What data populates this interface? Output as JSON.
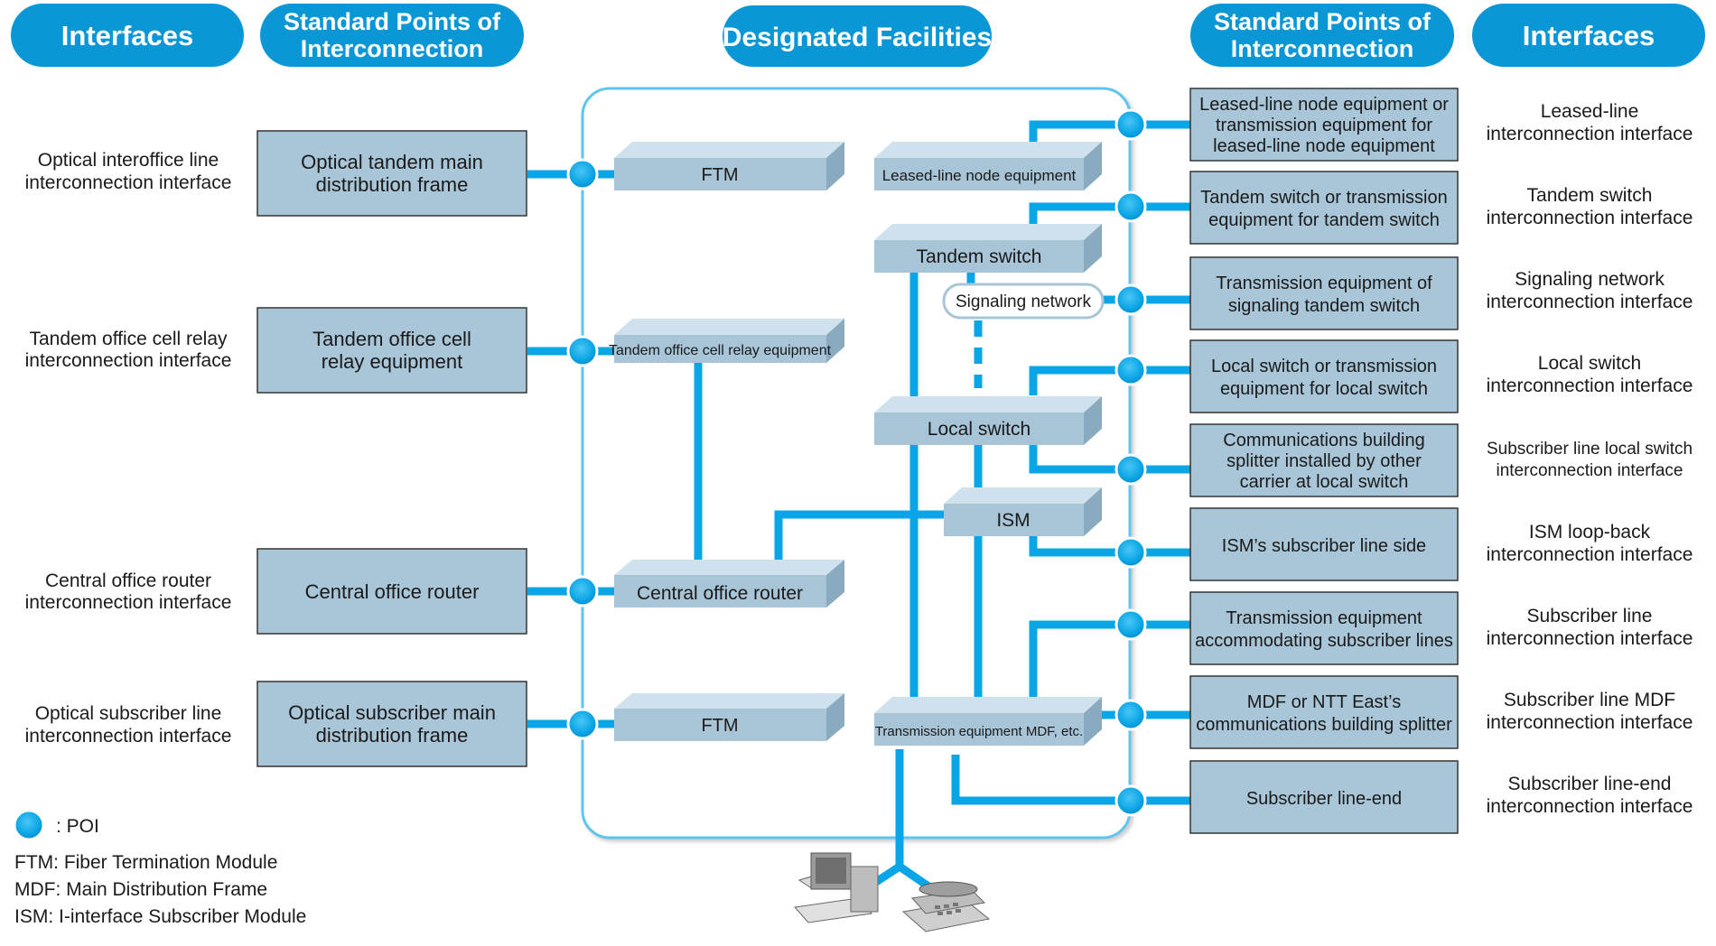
{
  "headers": {
    "left_interfaces": "Interfaces",
    "left_poi_line1": "Standard Points of",
    "left_poi_line2": "Interconnection",
    "designated": "Designated Facilities",
    "right_poi_line1": "Standard Points of",
    "right_poi_line2": "Interconnection",
    "right_interfaces": "Interfaces"
  },
  "left_interfaces": [
    {
      "line1": "Optical interoffice line",
      "line2": "interconnection interface"
    },
    {
      "line1": "Tandem office cell relay",
      "line2": "interconnection interface"
    },
    {
      "line1": "Central office router",
      "line2": "interconnection interface"
    },
    {
      "line1": "Optical subscriber line",
      "line2": "interconnection interface"
    }
  ],
  "left_boxes": [
    {
      "line1": "Optical tandem main",
      "line2": "distribution frame"
    },
    {
      "line1": "Tandem office cell",
      "line2": "relay equipment"
    },
    {
      "line1": "Central office router",
      "line2": ""
    },
    {
      "line1": "Optical subscriber main",
      "line2": "distribution frame"
    }
  ],
  "devices": {
    "ftm_top": "FTM",
    "cell_relay": "Tandem office cell relay equipment",
    "central_router": "Central office router",
    "ftm_bottom": "FTM",
    "leased_node": "Leased-line node equipment",
    "tandem_switch": "Tandem switch",
    "signaling": "Signaling network",
    "local_switch": "Local switch",
    "ism": "ISM",
    "transmission_mdf": "Transmission equipment MDF, etc."
  },
  "right_boxes": [
    {
      "lines": [
        "Leased-line node equipment or",
        "transmission equipment for",
        "leased-line node equipment"
      ]
    },
    {
      "lines": [
        "Tandem switch or transmission",
        "equipment for tandem switch"
      ]
    },
    {
      "lines": [
        "Transmission equipment of",
        "signaling tandem switch"
      ]
    },
    {
      "lines": [
        "Local switch or transmission",
        "equipment for local switch"
      ]
    },
    {
      "lines": [
        "Communications building",
        "splitter installed by other",
        "carrier at local switch"
      ]
    },
    {
      "lines": [
        "ISM’s subscriber line side"
      ]
    },
    {
      "lines": [
        "Transmission equipment",
        "accommodating subscriber lines"
      ]
    },
    {
      "lines": [
        "MDF or NTT East’s",
        "communications building splitter"
      ]
    },
    {
      "lines": [
        "Subscriber line-end"
      ]
    }
  ],
  "right_interfaces": [
    {
      "line1": "Leased-line",
      "line2": "interconnection interface"
    },
    {
      "line1": "Tandem switch",
      "line2": "interconnection interface"
    },
    {
      "line1": "Signaling network",
      "line2": "interconnection interface"
    },
    {
      "line1": "Local switch",
      "line2": "interconnection interface"
    },
    {
      "line1": "Subscriber line local switch",
      "line2": "interconnection interface"
    },
    {
      "line1": "ISM loop-back",
      "line2": "interconnection interface"
    },
    {
      "line1": "Subscriber line",
      "line2": "interconnection interface"
    },
    {
      "line1": "Subscriber line MDF",
      "line2": "interconnection interface"
    },
    {
      "line1": "Subscriber line-end",
      "line2": "interconnection interface"
    }
  ],
  "legend": {
    "poi": ": POI",
    "ftm": "FTM: Fiber Termination Module",
    "mdf": "MDF: Main Distribution Frame",
    "ism": "ISM: I-interface Subscriber Module"
  },
  "colors": {
    "line": "#0aa5e6",
    "pill": "#0b97d6",
    "box_fill": "#a9c6d8",
    "box_front": "#a8c4d7",
    "box_top": "#cfe1ec",
    "box_side": "#8aaabf"
  },
  "icons": [
    "computer-icon",
    "telephone-icon"
  ]
}
